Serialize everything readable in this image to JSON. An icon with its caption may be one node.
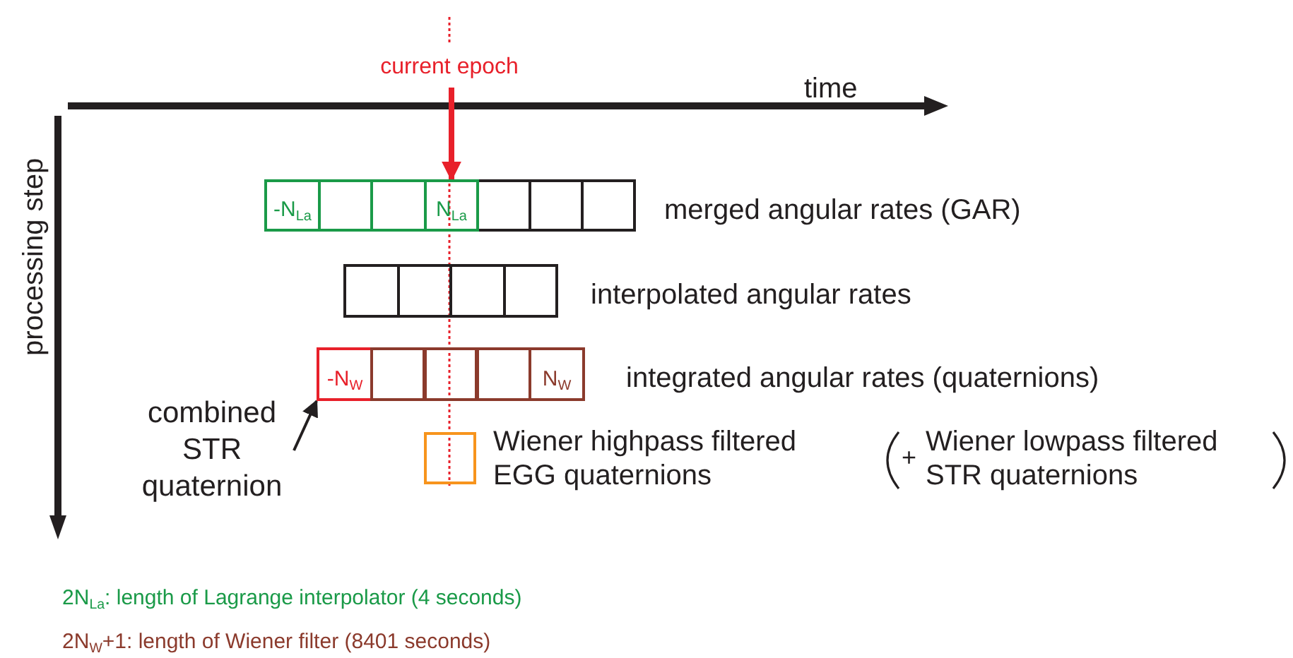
{
  "diagram": {
    "nodes": [
      {
        "text": [
          "current epoch"
        ]
      },
      {
        "text": [
          "-N$_{La}$"
        ]
      },
      {
        "text": [],
        "shape": "box"
      },
      {
        "text": [],
        "shape": "box"
      },
      {
        "text": [
          "N$_{La}$"
        ]
      },
      {
        "text": [],
        "shape": "box"
      },
      {
        "text": [],
        "shape": "box"
      },
      {
        "text": [],
        "shape": "box"
      },
      {
        "text": [],
        "shape": "box"
      },
      {
        "text": [],
        "shape": "box"
      },
      {
        "text": [],
        "shape": "box"
      },
      {
        "text": [],
        "shape": "box"
      },
      {
        "text": [
          "combined STR quaternion"
        ]
      },
      {
        "text": [
          "-N$_{W}$"
        ]
      },
      {
        "text": [],
        "shape": "box"
      },
      {
        "text": [],
        "shape": "box"
      },
      {
        "text": [],
        "shape": "box"
      },
      {
        "text": [
          "N$_{W}$"
        ]
      },
      {
        "text": [],
        "shape": "box"
      }
    ],
    "edges": [
      {
        "from": 0,
        "to": 4,
        "arrow": "to",
        "style": "thick",
        "color": "#e8202a"
      },
      {
        "from": 12,
        "to": 13,
        "arrow": "to",
        "color": "#231f20"
      }
    ],
    "labels": [
      "time",
      "processing step",
      "merged angular rates (GAR)",
      "interpolated angular rates",
      "integrated angular rates (quaternions)",
      "Wiener highpass filtered EGG quaternions",
      "+",
      "Wiener lowpass filtered STR quaternions",
      "2N$_{La}$: length of Lagrange interpolator (4 seconds)",
      "2N$_{W}$+1: length of Wiener filter (8401 seconds)"
    ]
  }
}
